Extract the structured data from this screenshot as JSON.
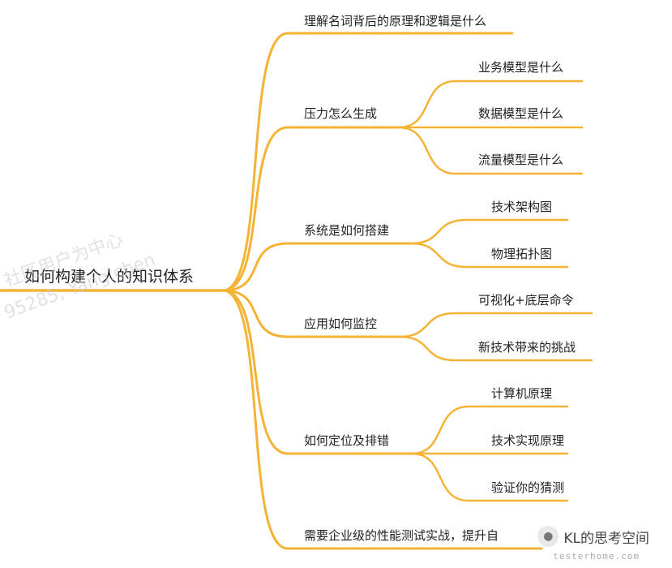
{
  "mindmap": {
    "root": "如何构建个人的知识体系",
    "branch_color": "#F5B335",
    "branches": [
      {
        "label": "理解名词背后的原理和逻辑是什么",
        "children": []
      },
      {
        "label": "压力怎么生成",
        "children": [
          "业务模型是什么",
          "数据模型是什么",
          "流量模型是什么"
        ]
      },
      {
        "label": "系统是如何搭建",
        "children": [
          "技术架构图",
          "物理拓扑图"
        ]
      },
      {
        "label": "应用如何监控",
        "children": [
          "可视化+底层命令",
          "新技术带来的挑战"
        ]
      },
      {
        "label": "如何定位及排错",
        "children": [
          "计算机原理",
          "技术实现原理",
          "验证你的猜测"
        ]
      },
      {
        "label": "需要企业级的性能测试实战，提升自",
        "children": []
      }
    ]
  },
  "watermark": {
    "line1": "社区用户为中心",
    "line2": "95285, Yang.chen"
  },
  "brand": {
    "icon": "wechat-icon",
    "name": "KL的思考空间",
    "sub": "testerhome.com"
  }
}
